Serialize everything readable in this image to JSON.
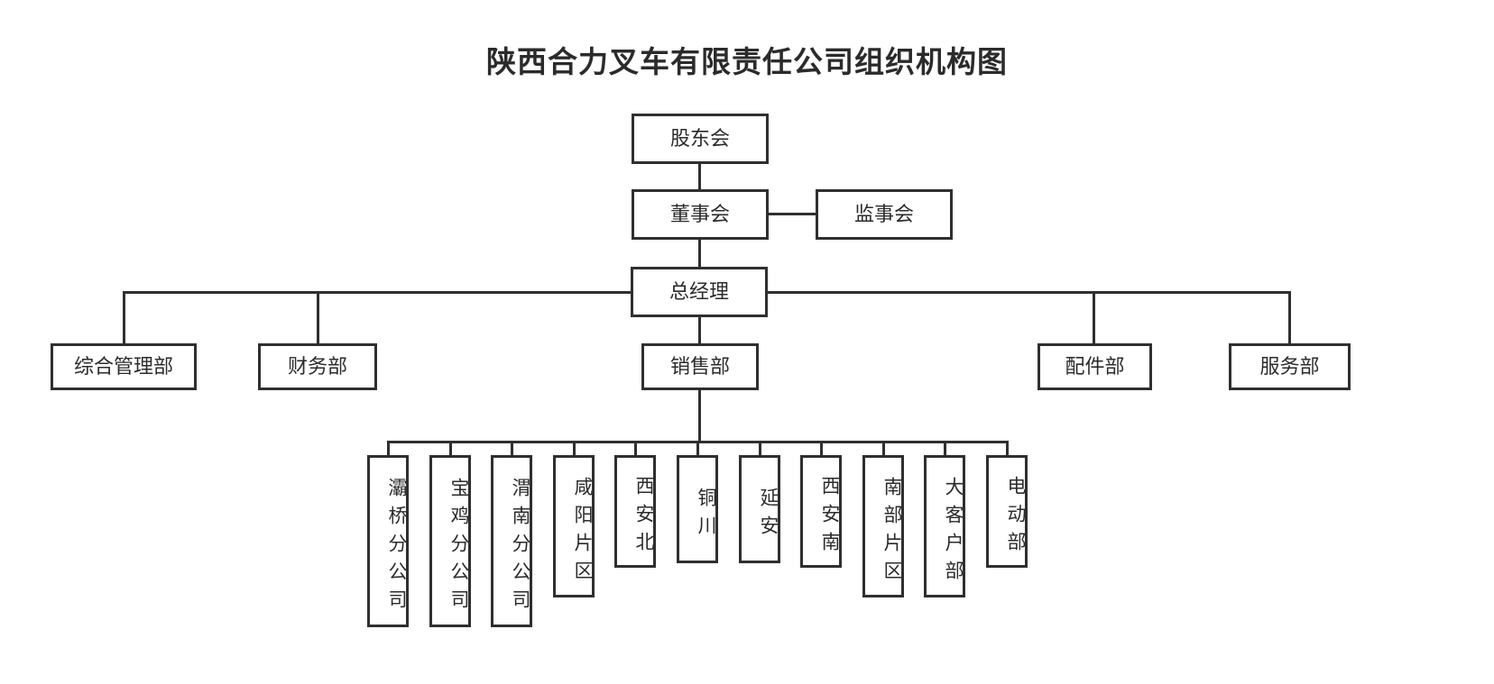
{
  "title": "陕西合力叉车有限责任公司组织机构图",
  "theme": {
    "line_color": "#2f2f2f",
    "text_color": "#2b2b2b",
    "background": "#ffffff"
  },
  "chart_data": {
    "type": "diagram",
    "subtype": "organization-chart",
    "title": "陕西合力叉车有限责任公司组织机构图",
    "orientation": "top-down",
    "levels": [
      {
        "level": 1,
        "nodes": [
          "股东会"
        ]
      },
      {
        "level": 2,
        "nodes": [
          "董事会",
          "监事会"
        ]
      },
      {
        "level": 3,
        "nodes": [
          "总经理"
        ]
      },
      {
        "level": 4,
        "nodes": [
          "综合管理部",
          "财务部",
          "销售部",
          "配件部",
          "服务部"
        ]
      },
      {
        "level": 5,
        "nodes": [
          "灞桥分公司",
          "宝鸡分公司",
          "渭南分公司",
          "咸阳片区",
          "西安北",
          "铜川",
          "延安",
          "西安南",
          "南部片区",
          "大客户部",
          "电动部"
        ]
      }
    ],
    "edges": [
      {
        "from": "股东会",
        "to": "董事会",
        "style": "vertical"
      },
      {
        "from": "董事会",
        "to": "监事会",
        "style": "horizontal-peer"
      },
      {
        "from": "董事会",
        "to": "总经理",
        "style": "vertical"
      },
      {
        "from": "总经理",
        "to": "综合管理部",
        "style": "elbow"
      },
      {
        "from": "总经理",
        "to": "财务部",
        "style": "elbow"
      },
      {
        "from": "总经理",
        "to": "销售部",
        "style": "vertical"
      },
      {
        "from": "总经理",
        "to": "配件部",
        "style": "elbow"
      },
      {
        "from": "总经理",
        "to": "服务部",
        "style": "elbow"
      },
      {
        "from": "销售部",
        "to": "灞桥分公司",
        "style": "elbow"
      },
      {
        "from": "销售部",
        "to": "宝鸡分公司",
        "style": "elbow"
      },
      {
        "from": "销售部",
        "to": "渭南分公司",
        "style": "elbow"
      },
      {
        "from": "销售部",
        "to": "咸阳片区",
        "style": "elbow"
      },
      {
        "from": "销售部",
        "to": "西安北",
        "style": "elbow"
      },
      {
        "from": "销售部",
        "to": "铜川",
        "style": "vertical"
      },
      {
        "from": "销售部",
        "to": "延安",
        "style": "elbow"
      },
      {
        "from": "销售部",
        "to": "西安南",
        "style": "elbow"
      },
      {
        "from": "销售部",
        "to": "南部片区",
        "style": "elbow"
      },
      {
        "from": "销售部",
        "to": "大客户部",
        "style": "elbow"
      },
      {
        "from": "销售部",
        "to": "电动部",
        "style": "elbow"
      }
    ]
  },
  "nodes": {
    "shareholders": "股东会",
    "board": "董事会",
    "supervisors": "监事会",
    "general_manager": "总经理",
    "dept_admin": "综合管理部",
    "dept_finance": "财务部",
    "dept_sales": "销售部",
    "dept_parts": "配件部",
    "dept_service": "服务部"
  },
  "sales_branches": [
    {
      "id": "baqiao",
      "label": "灞桥分公司"
    },
    {
      "id": "baoji",
      "label": "宝鸡分公司"
    },
    {
      "id": "weinan",
      "label": "渭南分公司"
    },
    {
      "id": "xianyang",
      "label": "咸阳片区"
    },
    {
      "id": "xian-north",
      "label": "西安北"
    },
    {
      "id": "tongchuan",
      "label": "铜川"
    },
    {
      "id": "yanan",
      "label": "延安"
    },
    {
      "id": "xian-south",
      "label": "西安南"
    },
    {
      "id": "south-area",
      "label": "南部片区"
    },
    {
      "id": "key-accounts",
      "label": "大客户部"
    },
    {
      "id": "electric",
      "label": "电动部"
    }
  ]
}
